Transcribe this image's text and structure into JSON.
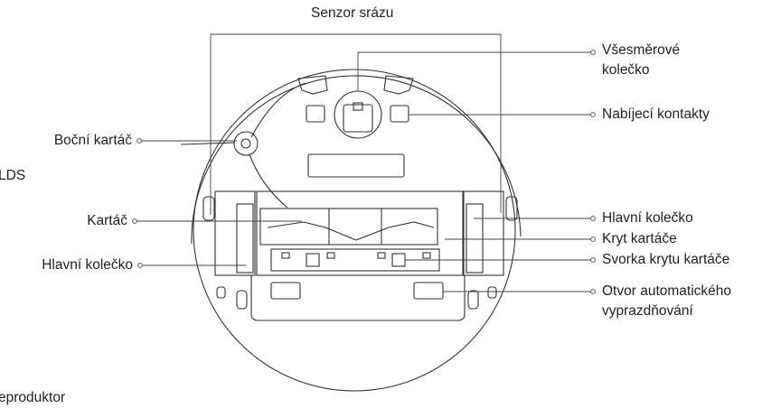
{
  "labels": {
    "cliff_sensor": "Senzor srázu",
    "omni_wheel_line1": "Všesměrové",
    "omni_wheel_line2": "kolečko",
    "charging_contacts": "Nabíjecí kontakty",
    "side_brush": "Boční kartáč",
    "lds_fragment": "LDS",
    "main_brush": "Kartáč",
    "main_wheel_left": "Hlavní kolečko",
    "main_wheel_right": "Hlavní kolečko",
    "brush_cover": "Kryt kartáče",
    "brush_cover_clip": "Svorka krytu kartáče",
    "auto_empty_line1": "Otvor automatického",
    "auto_empty_line2": "vyprazdňování",
    "speaker_fragment": "eproduktor"
  },
  "colors": {
    "stroke": "#333333",
    "text": "#222222",
    "background": "#ffffff"
  }
}
